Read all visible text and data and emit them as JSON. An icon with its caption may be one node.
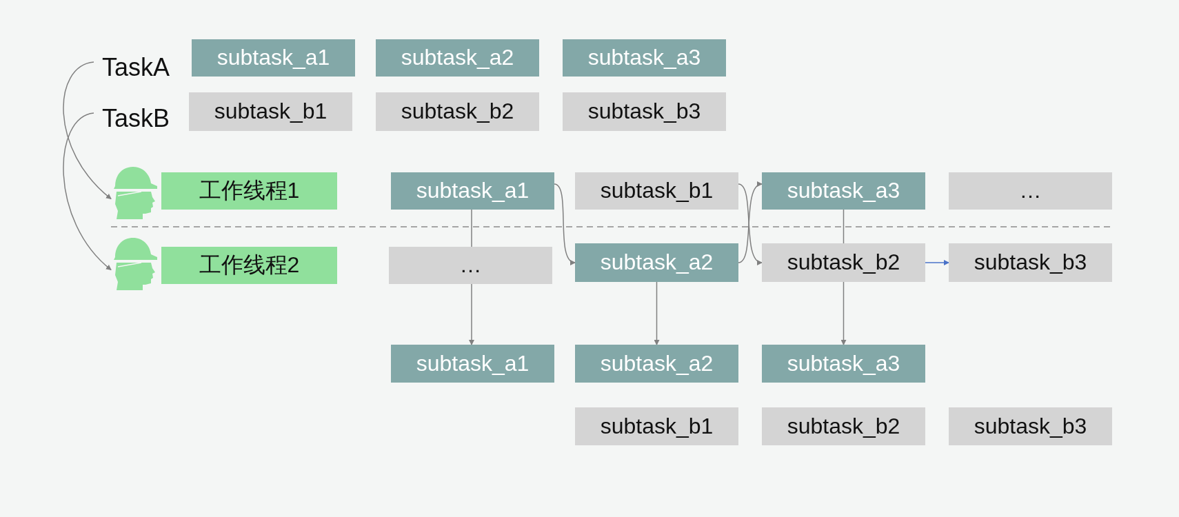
{
  "diagram": {
    "nodes": [
      {
        "text": [
          "TaskA"
        ]
      },
      {
        "text": [
          "subtask_a1"
        ]
      },
      {
        "text": [
          "subtask_a2"
        ]
      },
      {
        "text": [
          "subtask_a3"
        ]
      },
      {
        "text": [
          "TaskB"
        ]
      },
      {
        "text": [
          "subtask_b1"
        ]
      },
      {
        "text": [
          "subtask_b2"
        ]
      },
      {
        "text": [
          "subtask_b3"
        ]
      },
      {
        "text": [],
        "shape": "person"
      },
      {
        "text": [
          "工作线程1"
        ]
      },
      {
        "text": [
          "subtask_a1"
        ]
      },
      {
        "text": [
          "subtask_b1"
        ]
      },
      {
        "text": [
          "subtask_a3"
        ]
      },
      {
        "text": [
          "…"
        ]
      },
      {
        "text": [],
        "shape": "person"
      },
      {
        "text": [
          "工作线程2"
        ]
      },
      {
        "text": [
          "…"
        ]
      },
      {
        "text": [
          "subtask_a2"
        ]
      },
      {
        "text": [
          "subtask_b2"
        ]
      },
      {
        "text": [
          "subtask_b3"
        ]
      },
      {
        "text": [
          "subtask_a1"
        ]
      },
      {
        "text": [
          "subtask_a2"
        ]
      },
      {
        "text": [
          "subtask_a3"
        ]
      },
      {
        "text": [
          "subtask_b1"
        ]
      },
      {
        "text": [
          "subtask_b2"
        ]
      },
      {
        "text": [
          "subtask_b3"
        ]
      }
    ],
    "edges": [
      {
        "from": 0,
        "to": 8,
        "arrow": "to"
      },
      {
        "from": 4,
        "to": 14,
        "arrow": "to"
      },
      {
        "from": 10,
        "to": 17,
        "arrow": "to"
      },
      {
        "from": 11,
        "to": 18,
        "arrow": "to"
      },
      {
        "from": 17,
        "to": 12,
        "arrow": "to"
      },
      {
        "from": 18,
        "to": 19,
        "arrow": "to",
        "color": "#4a72c8"
      },
      {
        "from": 10,
        "to": 16,
        "arrow": "none"
      },
      {
        "from": 16,
        "to": 20,
        "arrow": "to"
      },
      {
        "from": 17,
        "to": 21,
        "arrow": "to"
      },
      {
        "from": 12,
        "to": 18,
        "arrow": "none"
      },
      {
        "from": 18,
        "to": 22,
        "arrow": "to"
      }
    ]
  }
}
